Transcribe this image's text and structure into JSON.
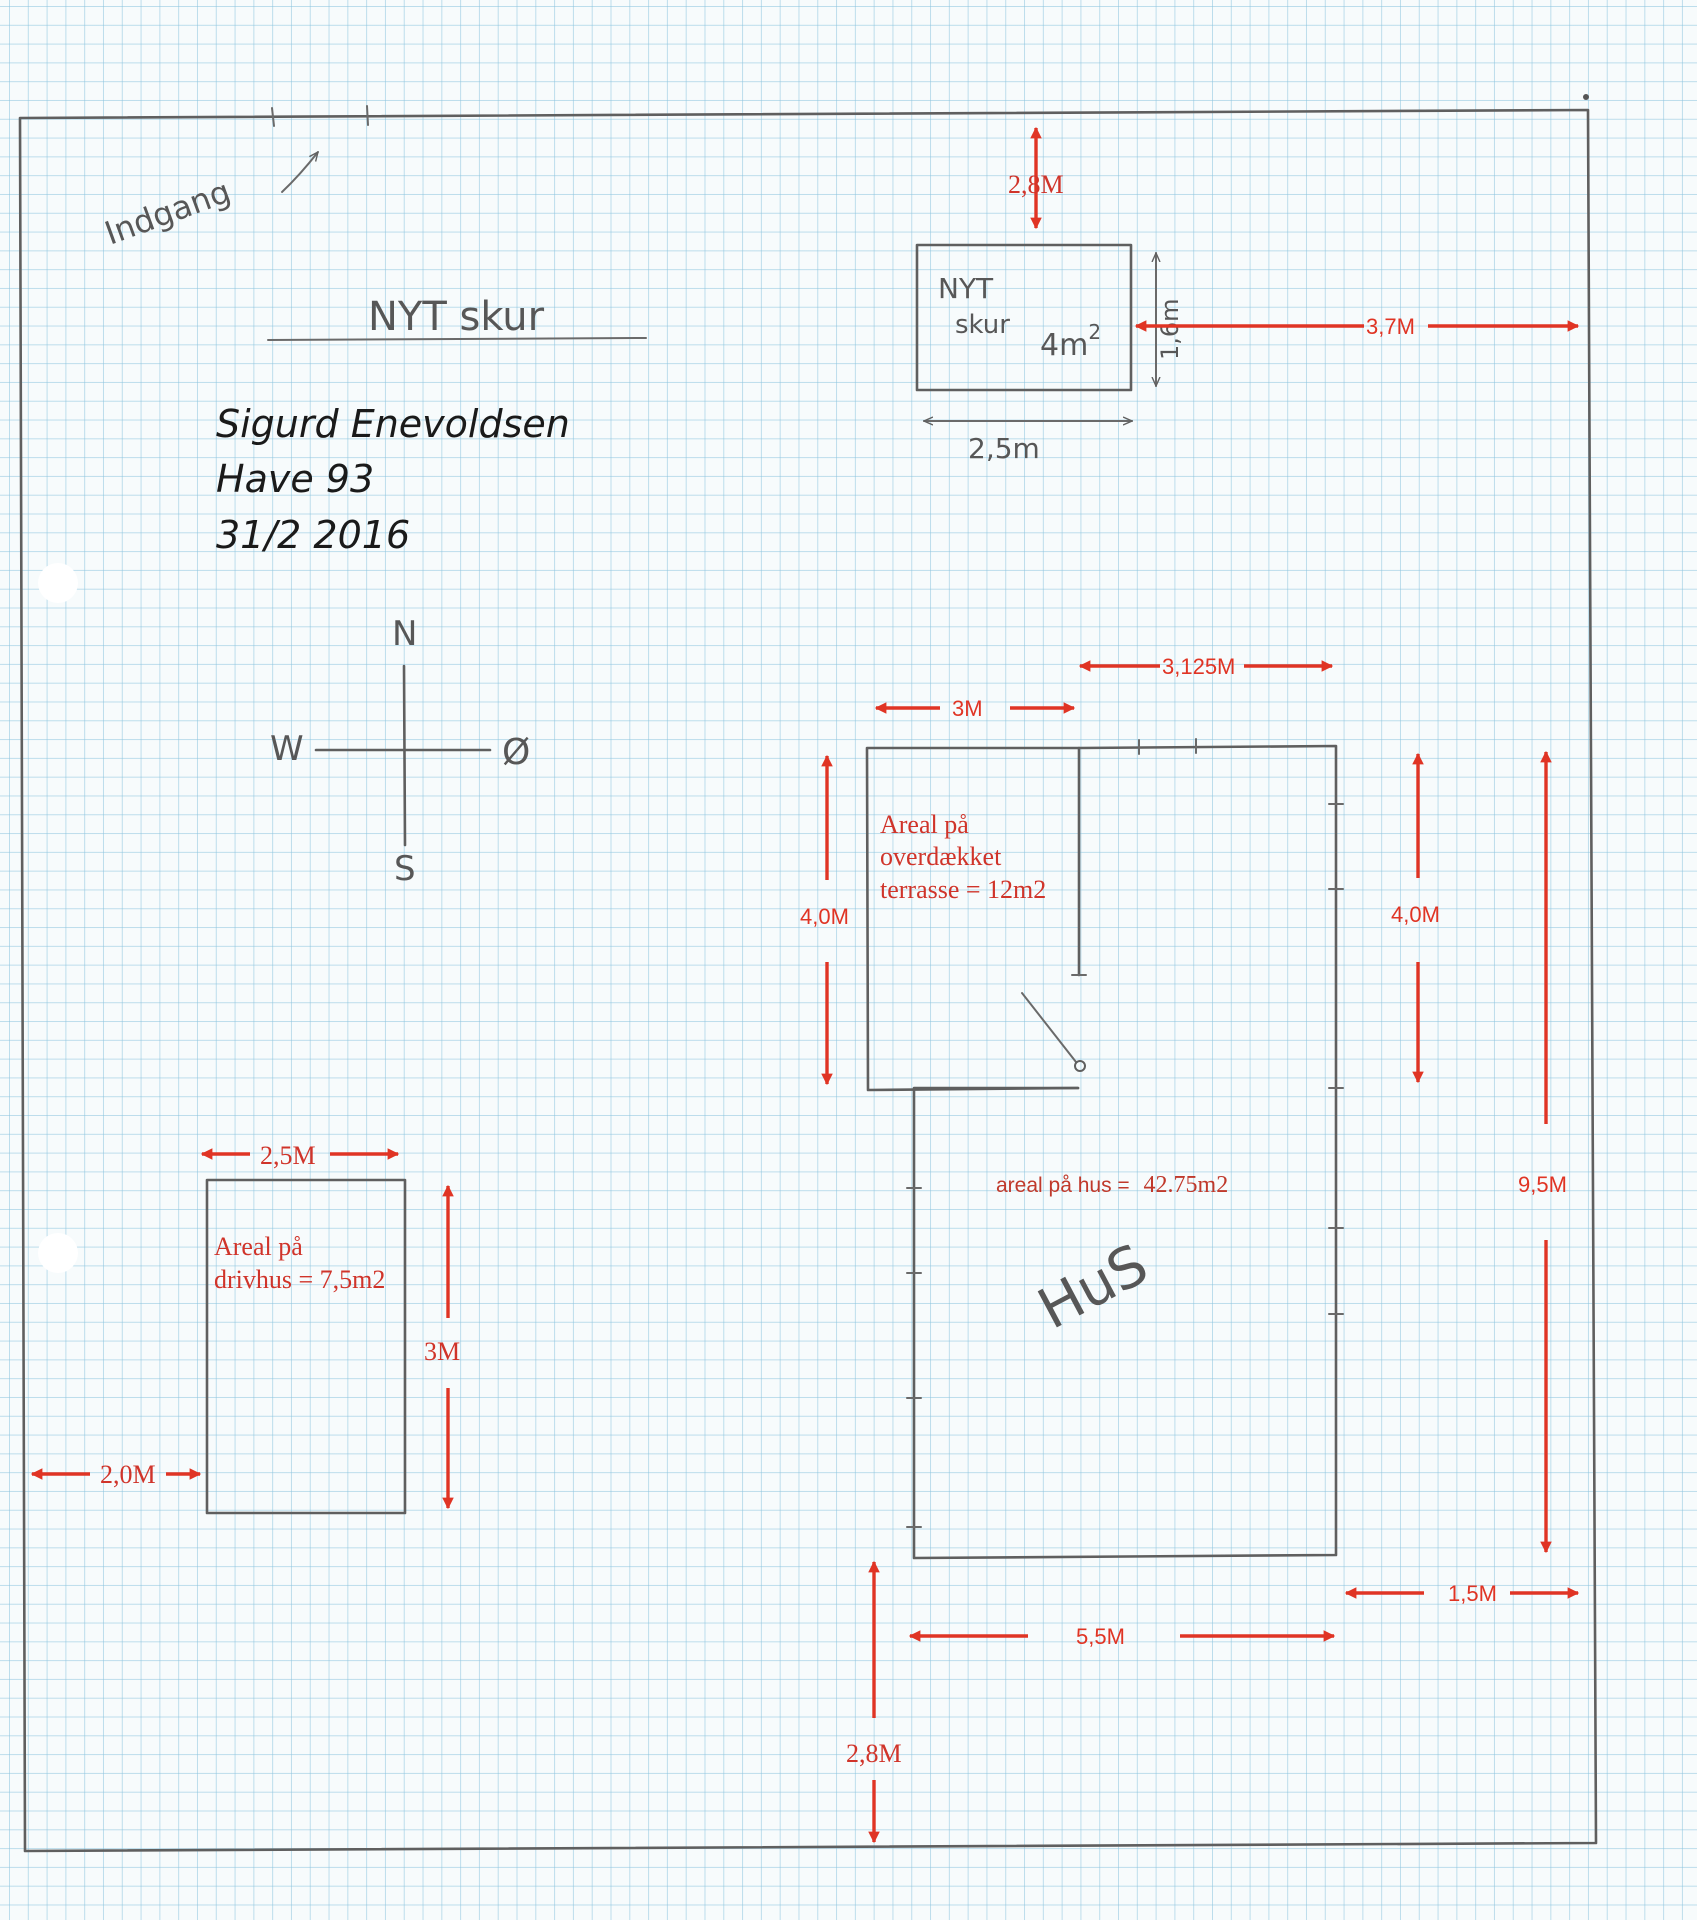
{
  "colors": {
    "dimension": "#e03424",
    "pencil": "#5f5f5f",
    "grid": "#8cc4de",
    "paper": "#f7fbfc"
  },
  "entrance_label": "Indgang",
  "new_shed_title": "NYT  skur",
  "owner": {
    "name": "Sigurd Enevoldsen",
    "garden": "Have 93",
    "date": "31/2 2016"
  },
  "compass": {
    "north": "N",
    "west": "W",
    "east": "Ø",
    "south": "S"
  },
  "shed": {
    "label_line1": "NYT",
    "label_line2": "skur",
    "area": "4m",
    "area_exp": "2",
    "width": "2,5m",
    "depth": "1,6m",
    "dim_top": "2,8M",
    "dim_right": "3,7M"
  },
  "terrace": {
    "area_line1": "Areal på",
    "area_line2": "overdækket",
    "area_line3": "terrasse = 12m2",
    "dim_width": "3M",
    "dim_height": "4,0M"
  },
  "house": {
    "label": "HuS",
    "area_label": "areal på hus =",
    "area_value": "42.75m2",
    "dim_top_right": "3,125M",
    "dim_right_upper": "4,0M",
    "dim_total_height": "9,5M",
    "dim_bottom": "5,5M",
    "dim_right_gap": "1,5M",
    "dim_bottom_gap": "2,8M"
  },
  "greenhouse": {
    "area_line1": "Areal på",
    "area_line2": "drivhus = 7,5m2",
    "dim_width": "2,5M",
    "dim_height": "3M",
    "dim_left_gap": "2,0M"
  }
}
